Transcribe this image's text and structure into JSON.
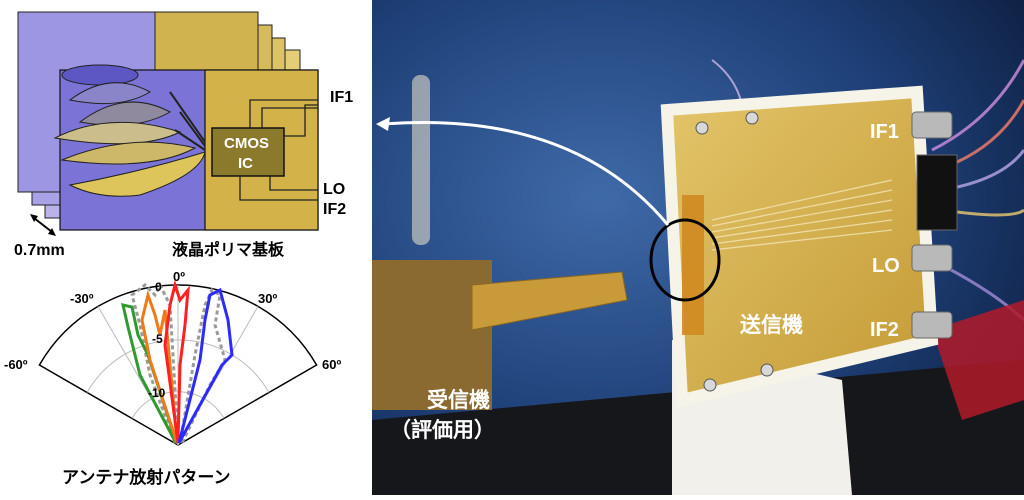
{
  "diagram": {
    "chip_label_line1": "CMOS",
    "chip_label_line2": "IC",
    "port_if1": "IF1",
    "port_lo": "LO",
    "port_if2": "IF2",
    "thickness_label": "0.7mm",
    "substrate_label": "液晶ポリマ基板"
  },
  "polar_plot": {
    "caption": "アンテナ放射パターン",
    "angle_labels": [
      "0º",
      "30º",
      "-30º",
      "60º",
      "-60º"
    ],
    "radial_labels": [
      "0",
      "-5",
      "-10"
    ],
    "series_colors": [
      "#2b2bff",
      "#ff2020",
      "#ee7a1a",
      "#2f9a2f",
      "#9a9a9a"
    ]
  },
  "photo": {
    "tx_label": "送信機",
    "tx_if1": "IF1",
    "tx_lo": "LO",
    "tx_if2": "IF2",
    "rx_label_line1": "受信機",
    "rx_label_line2": "（評価用）"
  },
  "colors": {
    "board_gold": "#d4b24a",
    "antenna_blue": "#6a6ad8",
    "photo_bg": "#2b4f86"
  }
}
